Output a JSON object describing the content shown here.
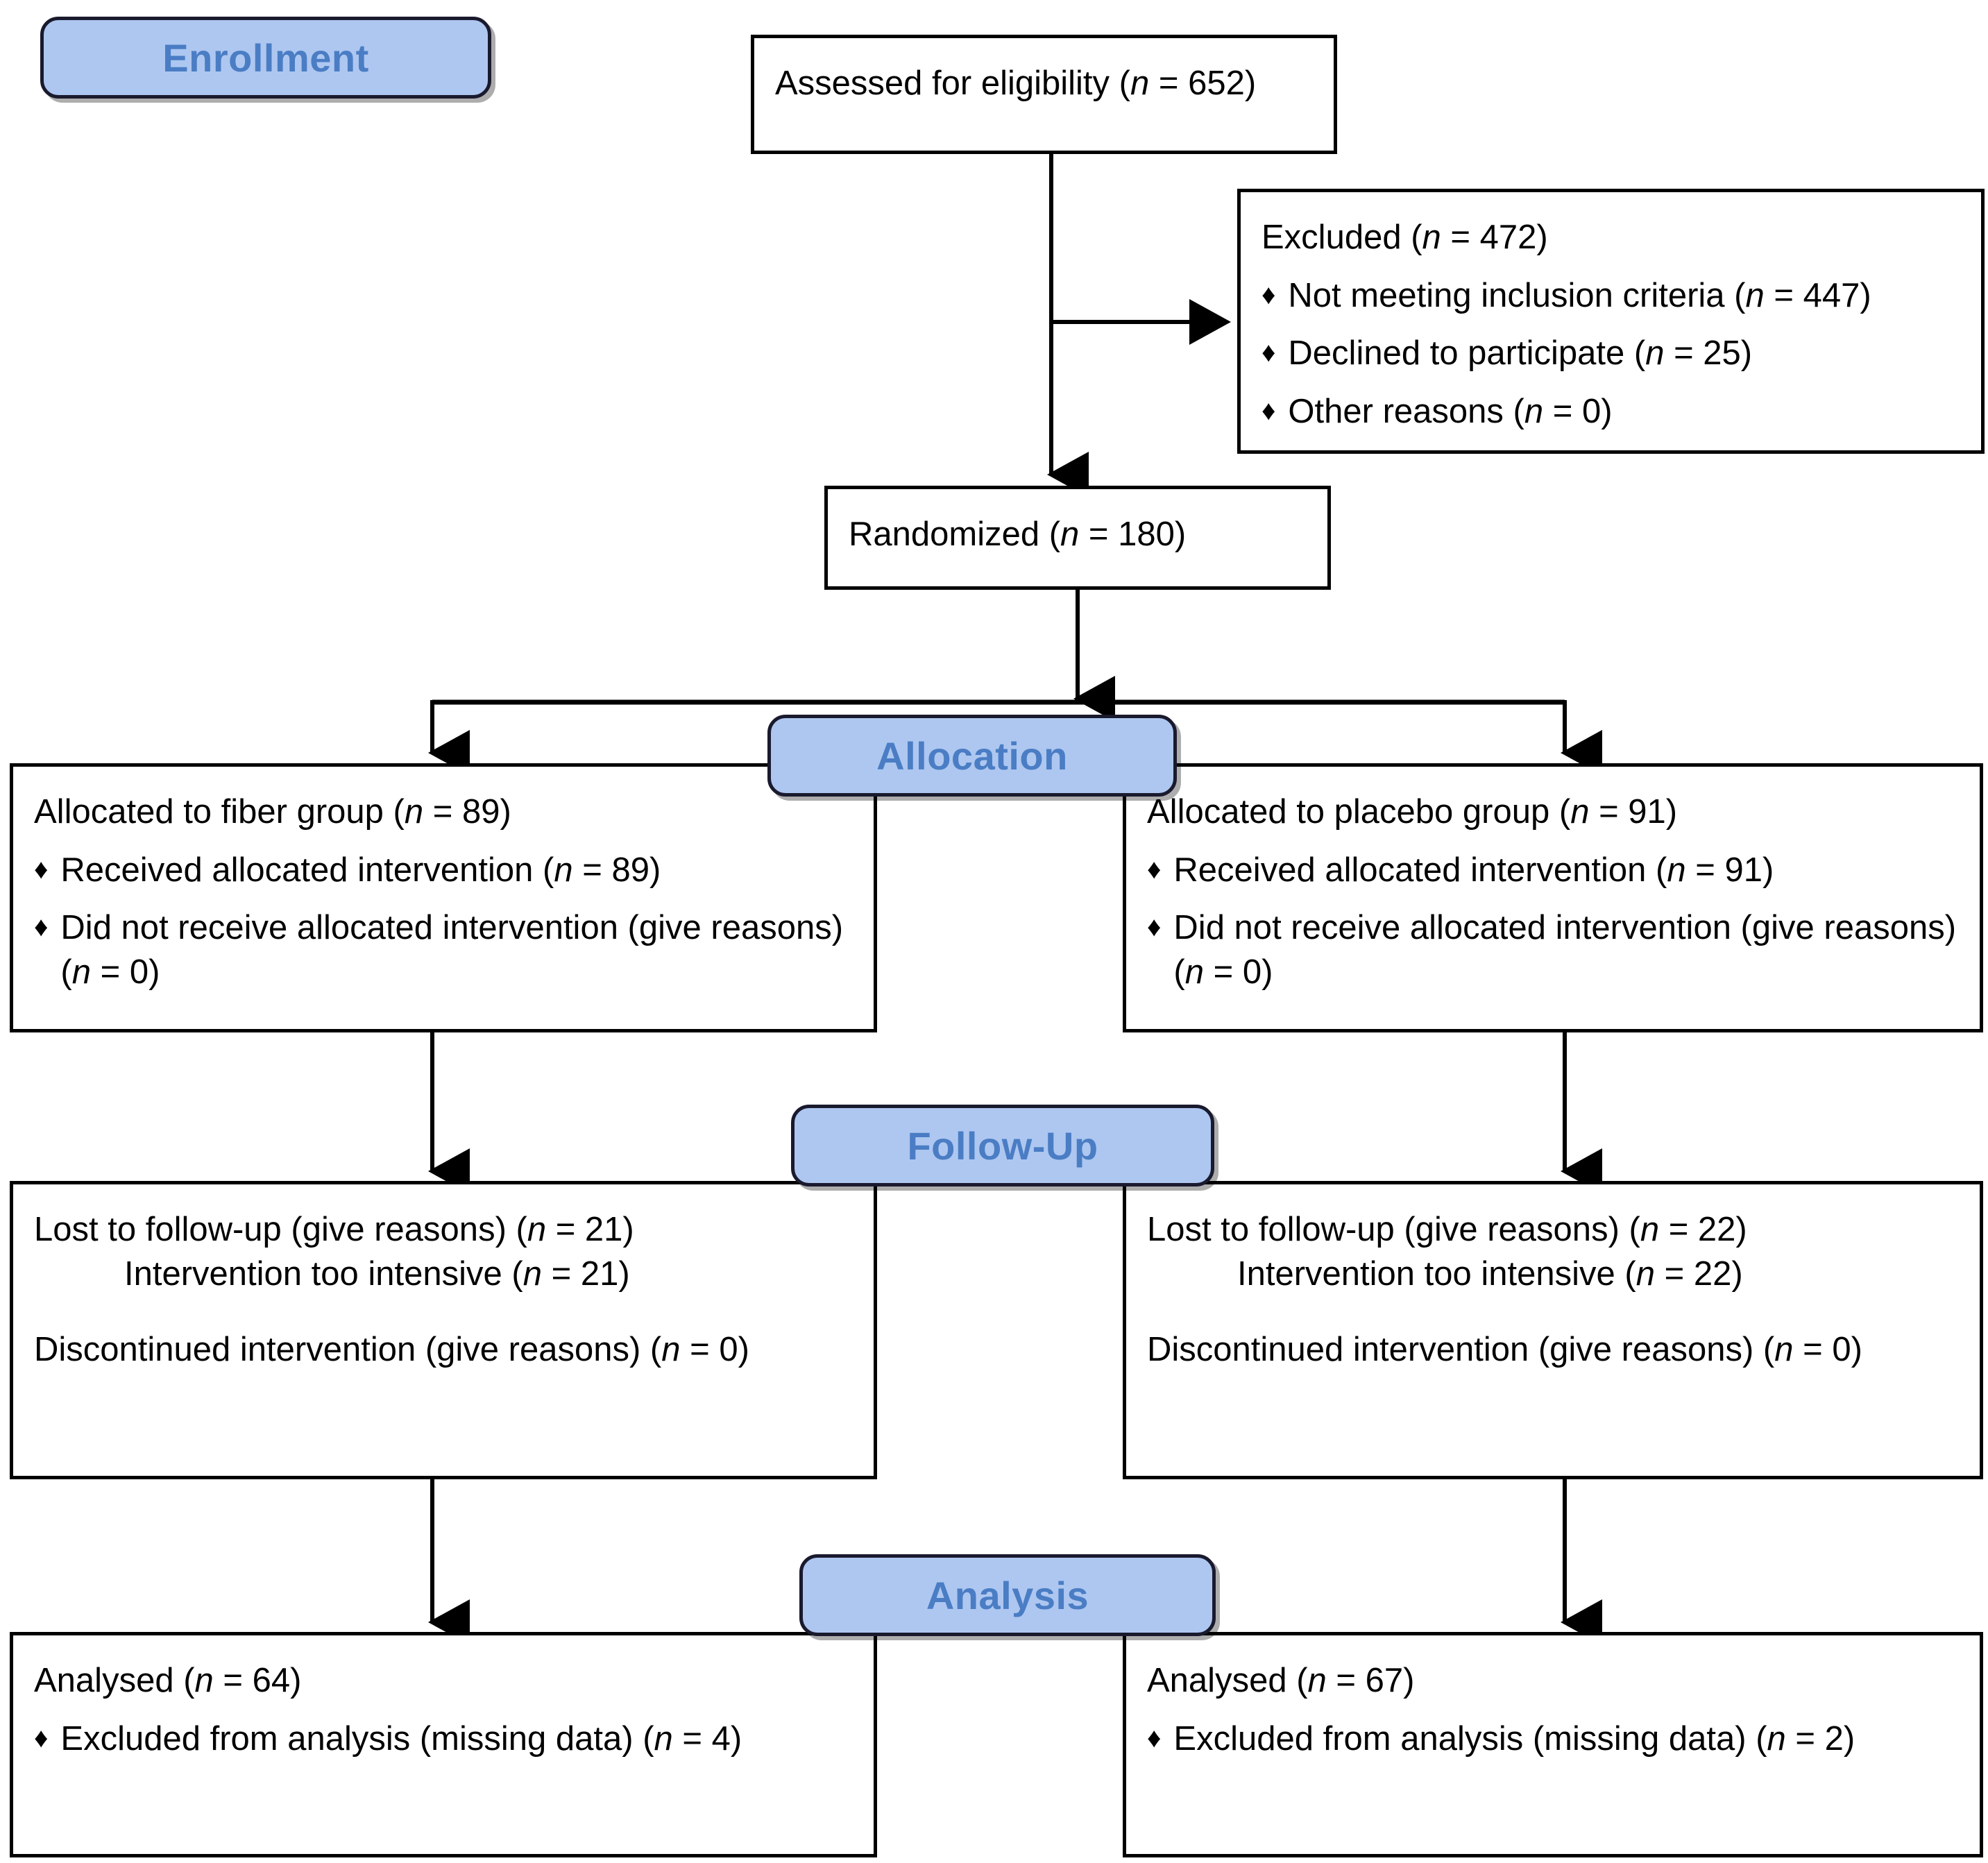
{
  "diagram": {
    "title": "CONSORT participant flow diagram",
    "colors": {
      "badge_fill": "#aec7f0",
      "badge_text": "#4a7dc4",
      "box_border": "#000000",
      "connector": "#000000",
      "background": "#ffffff"
    }
  },
  "badges": {
    "enrollment": "Enrollment",
    "allocation": "Allocation",
    "followup": "Follow-Up",
    "analysis": "Analysis"
  },
  "boxes": {
    "eligibility": {
      "line1_pre": "Assessed for eligibility (",
      "line1_n": "n",
      "line1_post": " = 652)"
    },
    "excluded": {
      "heading_pre": "Excluded  (",
      "heading_n": "n",
      "heading_post": " = 472)",
      "bullets": [
        {
          "bullet": "♦",
          "pre": "Not meeting inclusion criteria (",
          "n": "n",
          "post": " = 447)"
        },
        {
          "bullet": "♦",
          "pre": "Declined to participate (",
          "n": "n",
          "post": " = 25)"
        },
        {
          "bullet": "♦",
          "pre": "Other reasons (",
          "n": "n",
          "post": " = 0)"
        }
      ]
    },
    "randomized": {
      "line1_pre": "Randomized (",
      "line1_n": "n",
      "line1_post": " = 180)"
    },
    "alloc_left": {
      "heading_pre": "Allocated to fiber group (",
      "heading_n": "n",
      "heading_post": " = 89)",
      "bullets": [
        {
          "bullet": "♦",
          "pre": "Received allocated intervention (",
          "n": "n",
          "post": " = 89)"
        },
        {
          "bullet": "♦",
          "pre": "Did not receive allocated intervention (give reasons) (",
          "n": "n",
          "post": " = 0)"
        }
      ]
    },
    "alloc_right": {
      "heading_pre": "Allocated to placebo group (",
      "heading_n": "n",
      "heading_post": " = 91)",
      "bullets": [
        {
          "bullet": "♦",
          "pre": "Received allocated intervention (",
          "n": "n",
          "post": " = 91)"
        },
        {
          "bullet": "♦",
          "pre": "Did not receive allocated intervention (give reasons) (",
          "n": "n",
          "post": " = 0)"
        }
      ]
    },
    "follow_left": {
      "line1_pre": "Lost to follow-up (give reasons) (",
      "line1_n": "n",
      "line1_post": " = 21)",
      "line2_pre": "Intervention too intensive (",
      "line2_n": "n",
      "line2_post": " = 21)",
      "line3_pre": "Discontinued intervention (give reasons) (",
      "line3_n": "n",
      "line3_post": " = 0)"
    },
    "follow_right": {
      "line1_pre": "Lost to follow-up (give reasons) (",
      "line1_n": "n",
      "line1_post": " = 22)",
      "line2_pre": "Intervention too intensive (",
      "line2_n": "n",
      "line2_post": " = 22)",
      "line3_pre": "Discontinued intervention (give reasons) (",
      "line3_n": "n",
      "line3_post": " = 0)"
    },
    "analysis_left": {
      "heading_pre": "Analysed  (",
      "heading_n": "n",
      "heading_post": " = 64)",
      "bullets": [
        {
          "bullet": "♦",
          "pre": "Excluded from analysis (missing data) (",
          "n": "n",
          "post": " = 4)"
        }
      ]
    },
    "analysis_right": {
      "heading_pre": "Analysed  (",
      "heading_n": "n",
      "heading_post": " = 67)",
      "bullets": [
        {
          "bullet": "♦",
          "pre": "Excluded from analysis (missing data) (",
          "n": "n",
          "post": " = 2)"
        }
      ]
    }
  },
  "chart_data": {
    "type": "diagram",
    "title": "CONSORT flow diagram",
    "stages": [
      "Enrollment",
      "Allocation",
      "Follow-Up",
      "Analysis"
    ],
    "nodes": [
      {
        "id": "assessed",
        "label": "Assessed for eligibility",
        "n": 652,
        "stage": "Enrollment"
      },
      {
        "id": "excluded",
        "label": "Excluded",
        "n": 472,
        "stage": "Enrollment",
        "children": [
          {
            "label": "Not meeting inclusion criteria",
            "n": 447
          },
          {
            "label": "Declined to participate",
            "n": 25
          },
          {
            "label": "Other reasons",
            "n": 0
          }
        ]
      },
      {
        "id": "randomized",
        "label": "Randomized",
        "n": 180,
        "stage": "Enrollment"
      },
      {
        "id": "alloc_fiber",
        "label": "Allocated to fiber group",
        "n": 89,
        "stage": "Allocation",
        "children": [
          {
            "label": "Received allocated intervention",
            "n": 89
          },
          {
            "label": "Did not receive allocated intervention (give reasons)",
            "n": 0
          }
        ]
      },
      {
        "id": "alloc_placebo",
        "label": "Allocated to placebo group",
        "n": 91,
        "stage": "Allocation",
        "children": [
          {
            "label": "Received allocated intervention",
            "n": 91
          },
          {
            "label": "Did not receive allocated intervention (give reasons)",
            "n": 0
          }
        ]
      },
      {
        "id": "follow_fiber",
        "label": "Lost to follow-up (give reasons)",
        "n": 21,
        "stage": "Follow-Up",
        "children": [
          {
            "label": "Intervention too intensive",
            "n": 21
          },
          {
            "label": "Discontinued intervention (give reasons)",
            "n": 0
          }
        ]
      },
      {
        "id": "follow_placebo",
        "label": "Lost to follow-up (give reasons)",
        "n": 22,
        "stage": "Follow-Up",
        "children": [
          {
            "label": "Intervention too intensive",
            "n": 22
          },
          {
            "label": "Discontinued intervention (give reasons)",
            "n": 0
          }
        ]
      },
      {
        "id": "analysed_fiber",
        "label": "Analysed",
        "n": 64,
        "stage": "Analysis",
        "children": [
          {
            "label": "Excluded from analysis (missing data)",
            "n": 4
          }
        ]
      },
      {
        "id": "analysed_placebo",
        "label": "Analysed",
        "n": 67,
        "stage": "Analysis",
        "children": [
          {
            "label": "Excluded from analysis (missing data)",
            "n": 2
          }
        ]
      }
    ],
    "edges": [
      {
        "from": "assessed",
        "to": "randomized"
      },
      {
        "from": "assessed",
        "to": "excluded"
      },
      {
        "from": "randomized",
        "to": "alloc_fiber"
      },
      {
        "from": "randomized",
        "to": "alloc_placebo"
      },
      {
        "from": "alloc_fiber",
        "to": "follow_fiber"
      },
      {
        "from": "alloc_placebo",
        "to": "follow_placebo"
      },
      {
        "from": "follow_fiber",
        "to": "analysed_fiber"
      },
      {
        "from": "follow_placebo",
        "to": "analysed_placebo"
      }
    ]
  }
}
